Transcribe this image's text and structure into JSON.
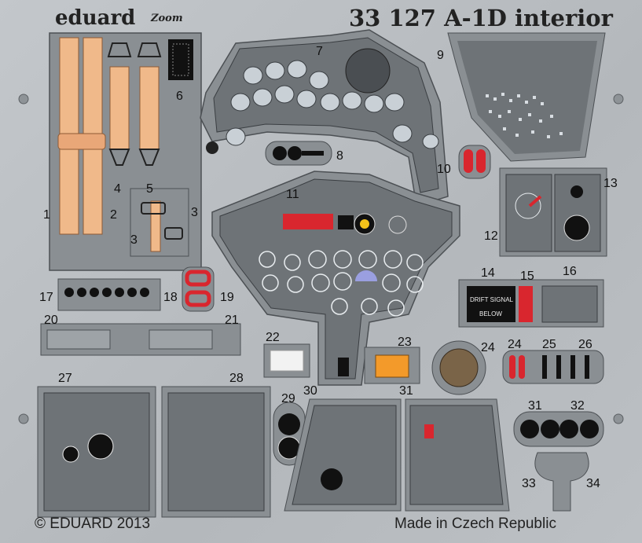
{
  "header": {
    "brand": "eduard",
    "brand_sub": "Zoom",
    "title": "33 127 A-1D interior"
  },
  "footer": {
    "copyright": "© EDUARD 2013",
    "origin": "Made in Czech Republic"
  },
  "placards": {
    "drift_line1": "DRIFT SIGNAL",
    "drift_line2": "BELOW"
  },
  "part_numbers": [
    "1",
    "2",
    "3",
    "3",
    "4",
    "5",
    "6",
    "7",
    "8",
    "9",
    "10",
    "11",
    "12",
    "13",
    "14",
    "15",
    "16",
    "17",
    "18",
    "19",
    "20",
    "21",
    "22",
    "23",
    "24",
    "24",
    "25",
    "26",
    "27",
    "28",
    "29",
    "30",
    "31",
    "31",
    "32",
    "33",
    "34"
  ],
  "colors": {
    "fret_metal": "#b9bdc1",
    "panel_gray": "#6e7377",
    "belt_orange": "#f0b98a",
    "red": "#d9262e",
    "black": "#111111"
  }
}
